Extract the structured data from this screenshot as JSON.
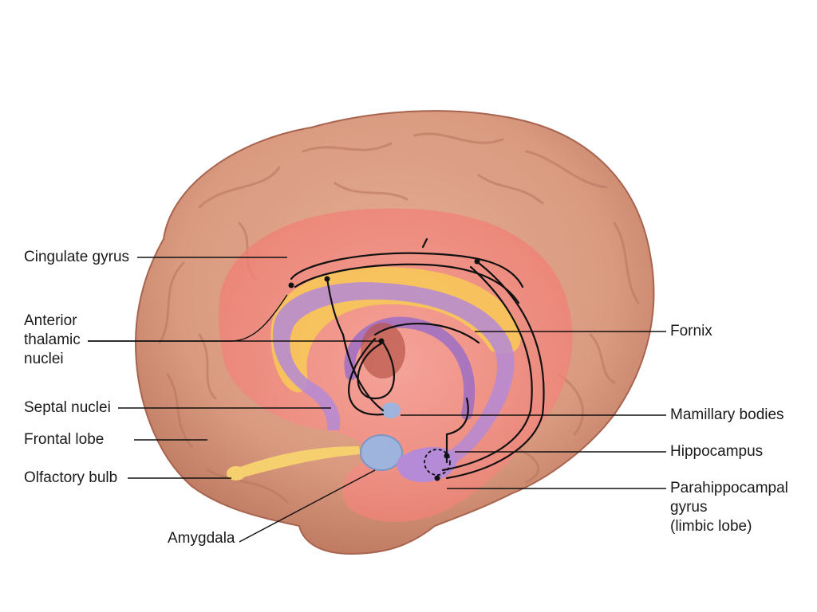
{
  "labels": {
    "cingulate_gyrus": "Cingulate gyrus",
    "anterior_thalamic_nuclei": [
      "Anterior",
      "thalamic",
      "nuclei"
    ],
    "septal_nuclei": "Septal nuclei",
    "frontal_lobe": "Frontal lobe",
    "olfactory_bulb": "Olfactory bulb",
    "amygdala": "Amygdala",
    "fornix": "Fornix",
    "mamillary_bodies": "Mamillary bodies",
    "hippocampus": "Hippocampus",
    "parahippocampal_gyrus": [
      "Parahippocampal",
      "gyrus",
      "(limbic lobe)"
    ]
  },
  "colors": {
    "brain": "#d99a80",
    "brain_dark": "#b87460",
    "limbic_region": "#f28b82",
    "corpus_callosum": "#f7c85a",
    "hippocampus_fornix": "#b58ad6",
    "amygdala": "#9fb4dc",
    "olfactory": "#f6cf6e"
  }
}
